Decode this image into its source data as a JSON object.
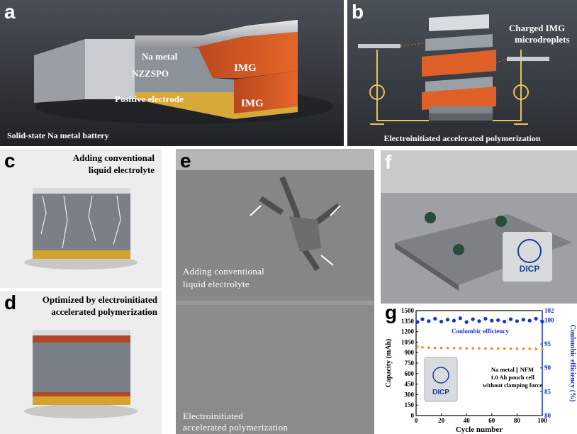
{
  "panels": {
    "a": {
      "label": "a",
      "layers": [
        "Na metal",
        "NZZSPO",
        "Positive electrode",
        "IMG",
        "IMG"
      ],
      "caption": "Solid-state Na metal battery"
    },
    "b": {
      "label": "b",
      "annotation": [
        "Charged IMG",
        "microdroplets"
      ],
      "caption": "Electroinitiated accelerated polymerization"
    },
    "c": {
      "label": "c",
      "title": [
        "Adding conventional",
        "liquid electrolyte"
      ]
    },
    "d": {
      "label": "d",
      "title": [
        "Optimized by electroinitiated",
        "accelerated polymerization"
      ]
    },
    "e": {
      "label": "e",
      "top_caption": [
        "Adding conventional",
        "liquid electrolyte"
      ],
      "bottom_caption": [
        "Electroinitiated",
        "accelerated polymerization"
      ]
    },
    "f": {
      "label": "f",
      "badge": "DICP",
      "badge_icon": "dicp-logo-icon"
    },
    "g": {
      "label": "g"
    }
  },
  "chart_data": {
    "type": "scatter",
    "title": "",
    "xlabel": "Cycle number",
    "ylabel": "Capacity (mAh)",
    "y2label": "Coulombic efficiency (%)",
    "xlim": [
      0,
      100
    ],
    "ylim": [
      0,
      1500
    ],
    "y2lim": [
      80,
      102
    ],
    "x_ticks": [
      "0",
      "20",
      "40",
      "60",
      "80",
      "100"
    ],
    "y_ticks": [
      "0",
      "150",
      "300",
      "450",
      "600",
      "750",
      "900",
      "1050",
      "1200",
      "1350",
      "1500"
    ],
    "y2_ticks": [
      "80",
      "85",
      "90",
      "95",
      "100",
      "102"
    ],
    "legend_text": "Coulombic efficiency",
    "annotation": [
      "Na metal || NFM",
      "1.0 Ah pouch cell",
      "without clamping force"
    ],
    "inset_badge": "DICP",
    "colors": {
      "capacity": "#f08a24",
      "efficiency": "#1a2fd6",
      "right_axis": "#1a2fd6"
    },
    "series": [
      {
        "axis": "left",
        "x": [
          1,
          5,
          10,
          15,
          20,
          25,
          30,
          35,
          40,
          45,
          50,
          55,
          60,
          65,
          70,
          75,
          80,
          85,
          90,
          95,
          100
        ],
        "values": [
          985,
          975,
          970,
          968,
          966,
          965,
          964,
          963,
          962,
          961,
          960,
          959,
          958,
          957,
          957,
          956,
          955,
          955,
          954,
          953,
          952
        ]
      },
      {
        "axis": "right",
        "x": [
          1,
          5,
          10,
          15,
          20,
          25,
          30,
          35,
          40,
          45,
          50,
          55,
          60,
          65,
          70,
          75,
          80,
          85,
          90,
          95,
          100
        ],
        "values": [
          99.6,
          100.2,
          99.8,
          100.3,
          99.7,
          100.1,
          99.9,
          100.4,
          99.6,
          100.2,
          99.8,
          100.3,
          99.9,
          100.0,
          99.7,
          100.2,
          99.8,
          100.1,
          99.9,
          100.3,
          99.7
        ]
      }
    ]
  }
}
